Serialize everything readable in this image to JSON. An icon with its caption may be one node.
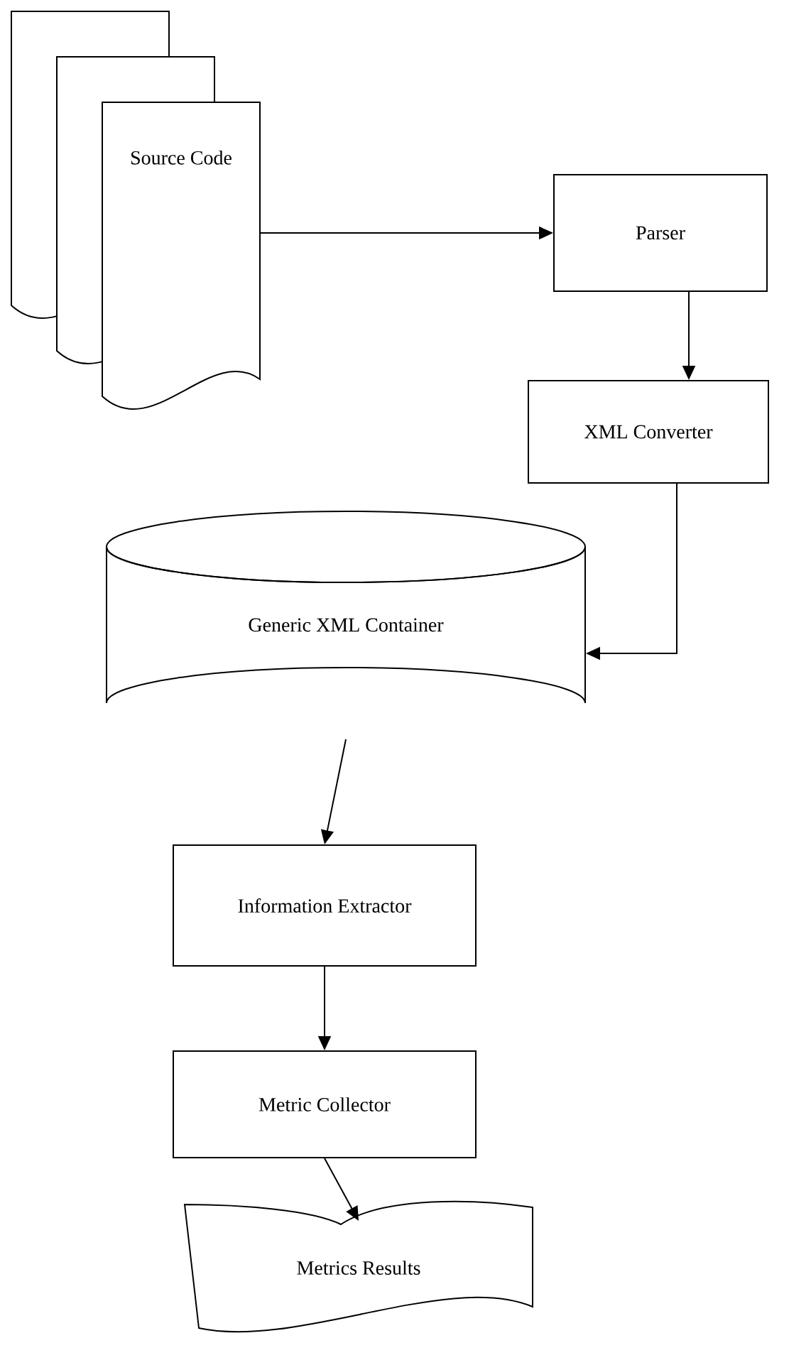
{
  "diagram": {
    "nodes": [
      {
        "text": [
          "Source Code"
        ]
      },
      {
        "text": [
          "Parser"
        ]
      },
      {
        "text": [
          "XML Converter"
        ]
      },
      {
        "text": [
          "Generic XML Container"
        ]
      },
      {
        "text": [
          "Information Extractor"
        ]
      },
      {
        "text": [
          "Metric Collector"
        ]
      },
      {
        "text": [
          "Metrics Results"
        ]
      }
    ],
    "edges": [
      {
        "from": 0,
        "to": 1,
        "arrow": "to"
      },
      {
        "from": 1,
        "to": 2,
        "arrow": "to"
      },
      {
        "from": 2,
        "to": 3,
        "arrow": "to"
      },
      {
        "from": 3,
        "to": 4,
        "arrow": "to"
      },
      {
        "from": 4,
        "to": 5,
        "arrow": "to"
      },
      {
        "from": 5,
        "to": 6,
        "arrow": "to"
      }
    ]
  }
}
